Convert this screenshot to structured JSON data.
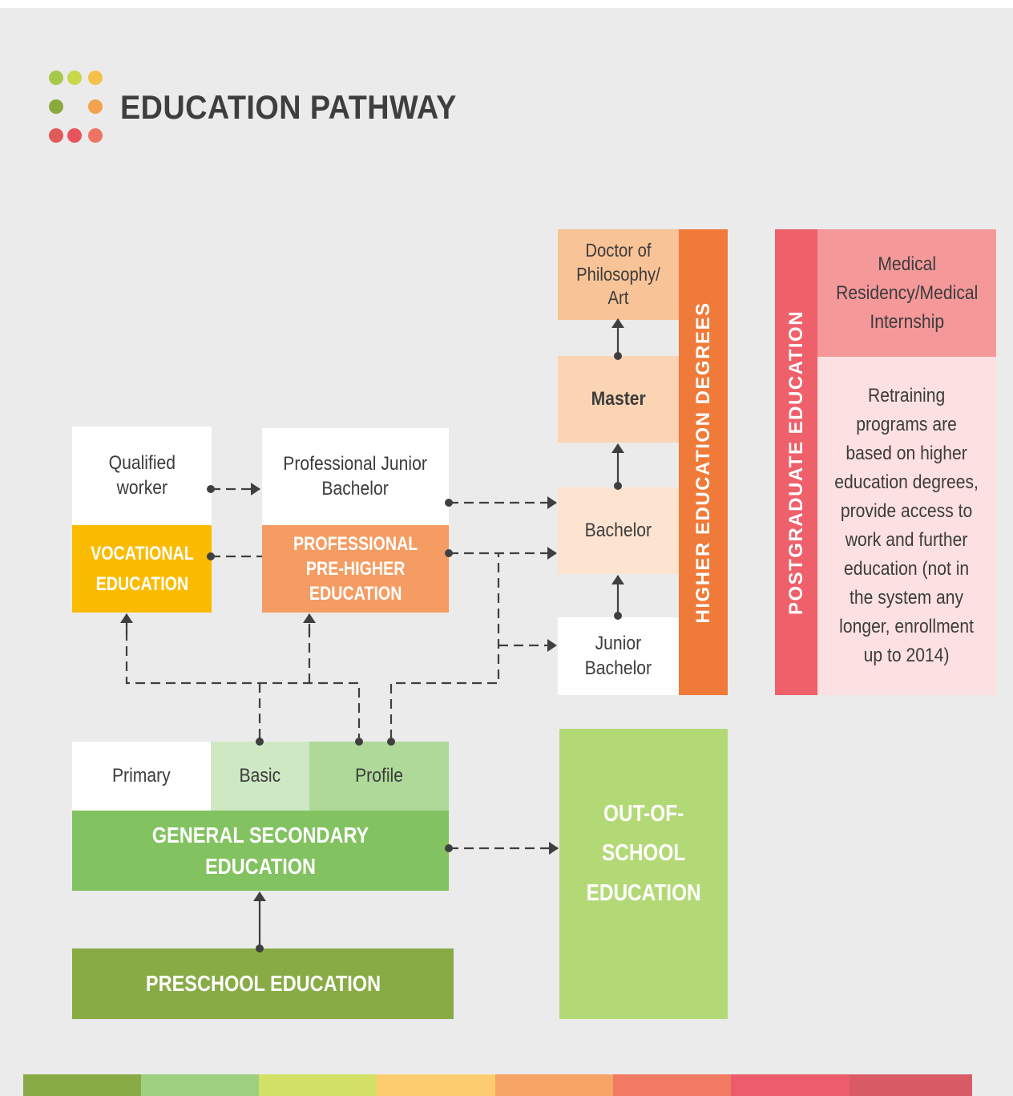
{
  "header": {
    "title": "EDUCATION PATHWAY",
    "logo_dot_colors": [
      "#a6c94b",
      "#c9d84a",
      "#f5c04a",
      "#8aaa3e",
      "#f5a24e",
      "#e05a5a",
      "#e8545e",
      "#ee7462"
    ]
  },
  "boxes": {
    "qualified_worker": "Qualified\nworker",
    "vocational_education": "VOCATIONAL\nEDUCATION",
    "professional_junior_bachelor": "Professional Junior\nBachelor",
    "professional_pre_higher": "PROFESSIONAL\nPRE-HIGHER\nEDUCATION",
    "doctor": "Doctor of\nPhilosophy/\nArt",
    "master": "Master",
    "bachelor": "Bachelor",
    "junior_bachelor": "Junior\nBachelor",
    "higher_education_degrees": "HIGHER EDUCATION DEGREES",
    "postgraduate_education": "POSTGRADUATE EDUCATION",
    "medical_residency": "Medical\nResidency/Medical\nInternship",
    "retraining": "Retraining\nprograms are\nbased on higher\neducation degrees,\nprovide access to\nwork and further\neducation (not in\nthe system any\nlonger, enrollment\nup to 2014)",
    "primary": "Primary",
    "basic": "Basic",
    "profile": "Profile",
    "general_secondary": "GENERAL SECONDARY EDUCATION",
    "out_of_school": "OUT-OF-\nSCHOOL\nEDUCATION",
    "preschool": "PRESCHOOL EDUCATION"
  },
  "colors": {
    "vocational": "#fbbb00",
    "professional": "#f59c62",
    "doctor": "#f8c397",
    "master": "#fbd5b3",
    "bachelor": "#fde4d0",
    "higher_bar": "#f07a39",
    "postgrad_bar": "#ee606a",
    "medical": "#f4989a",
    "retraining": "#fde0e1",
    "basic": "#cfe8c4",
    "profile": "#afd999",
    "general_secondary": "#82c260",
    "out_of_school": "#b3d977",
    "preschool": "#88ab46",
    "bottom_strip": [
      "#88ab46",
      "#9fd07f",
      "#d3e167",
      "#fdcc6e",
      "#f6a466",
      "#f27a63",
      "#ec5c6c",
      "#d95b66"
    ]
  }
}
